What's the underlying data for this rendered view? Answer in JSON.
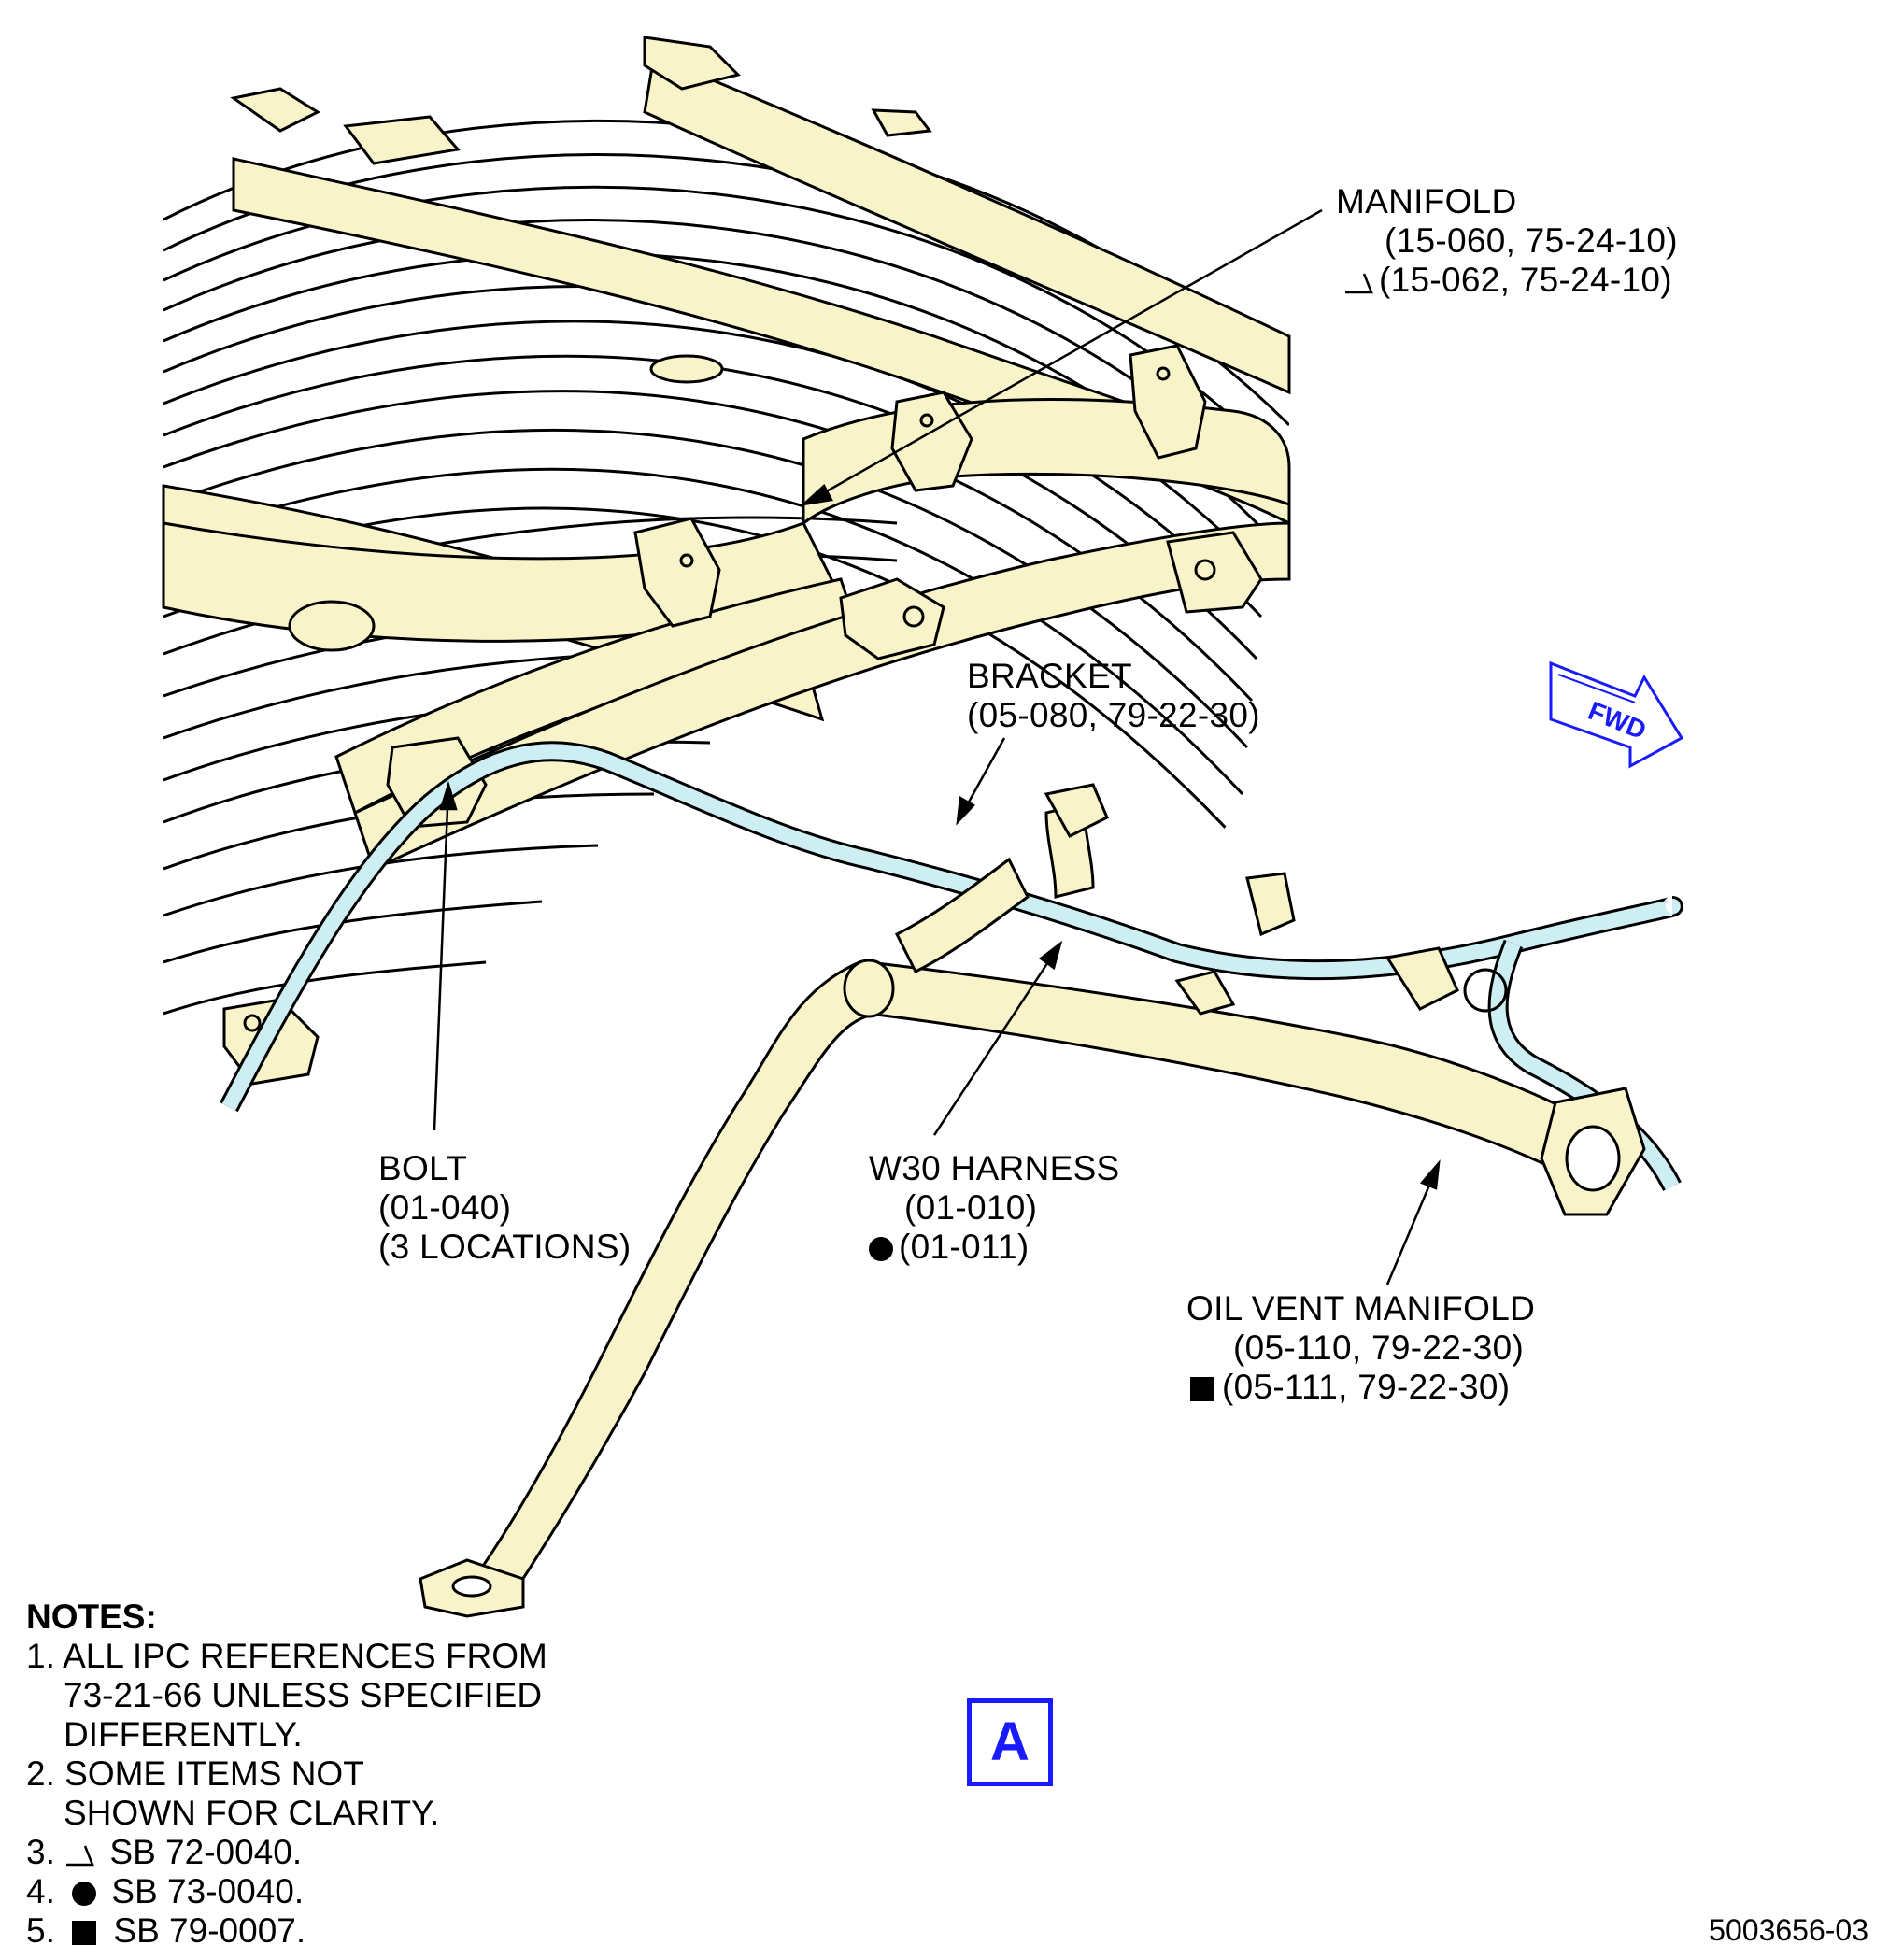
{
  "labels": {
    "manifold": {
      "title": "MANIFOLD",
      "ref1": "(15-060, 75-24-10)",
      "ref2": "(15-062, 75-24-10)",
      "ref2_marker": "triangle"
    },
    "bracket": {
      "title": "BRACKET",
      "ref1": "(05-080, 79-22-30)"
    },
    "bolt": {
      "title": "BOLT",
      "ref1": "(01-040)",
      "ref2": "(3 LOCATIONS)"
    },
    "w30": {
      "title": "W30 HARNESS",
      "ref1": "(01-010)",
      "ref2": "(01-011)",
      "ref2_marker": "circle"
    },
    "oil_vent": {
      "title": "OIL VENT MANIFOLD",
      "ref1": "(05-110, 79-22-30)",
      "ref2": "(05-111, 79-22-30)",
      "ref2_marker": "square"
    }
  },
  "fwd_arrow": {
    "text": "FWD",
    "color": "#1a1aff"
  },
  "notes": {
    "heading": "NOTES:",
    "n1_line1": "1. ALL IPC REFERENCES FROM",
    "n1_line2": "73-21-66 UNLESS SPECIFIED",
    "n1_line3": "DIFFERENTLY.",
    "n2_line1": "2. SOME ITEMS NOT",
    "n2_line2": "SHOWN FOR CLARITY.",
    "n3_num": "3.",
    "n3_text": "SB 72-0040.",
    "n4_num": "4.",
    "n4_text": "SB 73-0040.",
    "n5_num": "5.",
    "n5_text": "SB 79-0007."
  },
  "view_label": "A",
  "figure_number": "5003656-03",
  "colors": {
    "part_fill": "#f8f3c8",
    "harness_fill": "#cdeff4",
    "outline": "#000000",
    "accent": "#1a1aff"
  }
}
